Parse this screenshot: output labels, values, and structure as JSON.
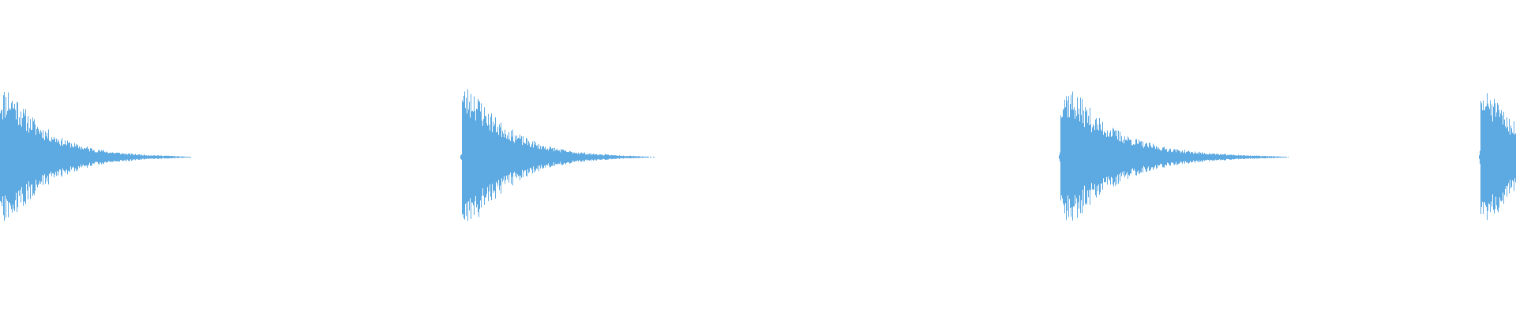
{
  "waveform": {
    "color": "#5DA9E1",
    "background": "#FFFFFF",
    "amplitude_range": [
      -1,
      1
    ],
    "duration_seconds": 12.8,
    "hits": [
      {
        "onset_seconds": 0.0,
        "peak_amplitude": 0.95,
        "decay_seconds": 1.45,
        "seed": 11
      },
      {
        "onset_seconds": 3.9,
        "peak_amplitude": 0.98,
        "decay_seconds": 1.45,
        "seed": 23
      },
      {
        "onset_seconds": 8.95,
        "peak_amplitude": 0.96,
        "decay_seconds": 1.75,
        "seed": 37
      },
      {
        "onset_seconds": 12.5,
        "peak_amplitude": 0.9,
        "decay_seconds": 1.4,
        "seed": 51
      }
    ]
  }
}
